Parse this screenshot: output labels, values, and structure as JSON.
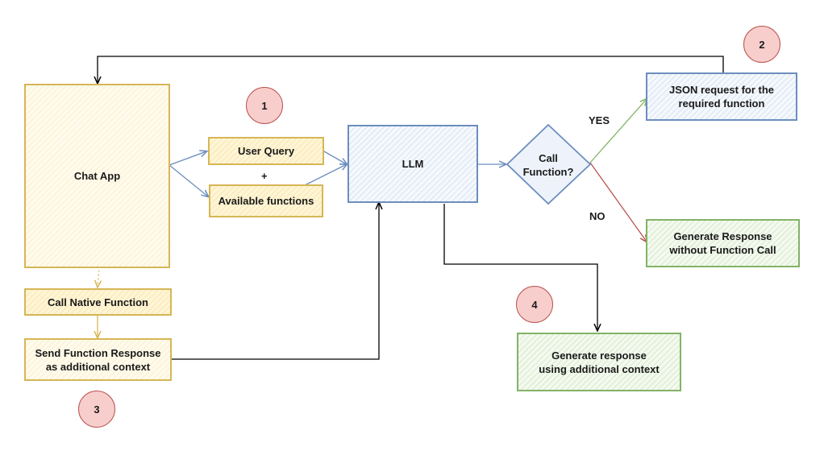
{
  "nodes": {
    "chat_app": "Chat App",
    "user_query": "User Query",
    "plus": "+",
    "available_functions": "Available functions",
    "llm": "LLM",
    "call_function": "Call\nFunction?",
    "json_request": "JSON request for the\nrequired function",
    "generate_no_call": "Generate Response\nwithout Function Call",
    "call_native": "Call Native Function",
    "send_response": "Send Function Response\nas additional context",
    "generate_context": "Generate response\nusing additional context"
  },
  "edges": {
    "yes": "YES",
    "no": "NO"
  },
  "badges": [
    "1",
    "2",
    "3",
    "4"
  ],
  "colors": {
    "yellow_border": "#d6b656",
    "blue_border": "#6c8ebf",
    "green_border": "#82b366",
    "badge_fill": "#f8cecc",
    "yes_edge": "#82b366",
    "no_edge": "#b85450",
    "edge_default": "#6c8ebf",
    "edge_black": "#000000"
  }
}
